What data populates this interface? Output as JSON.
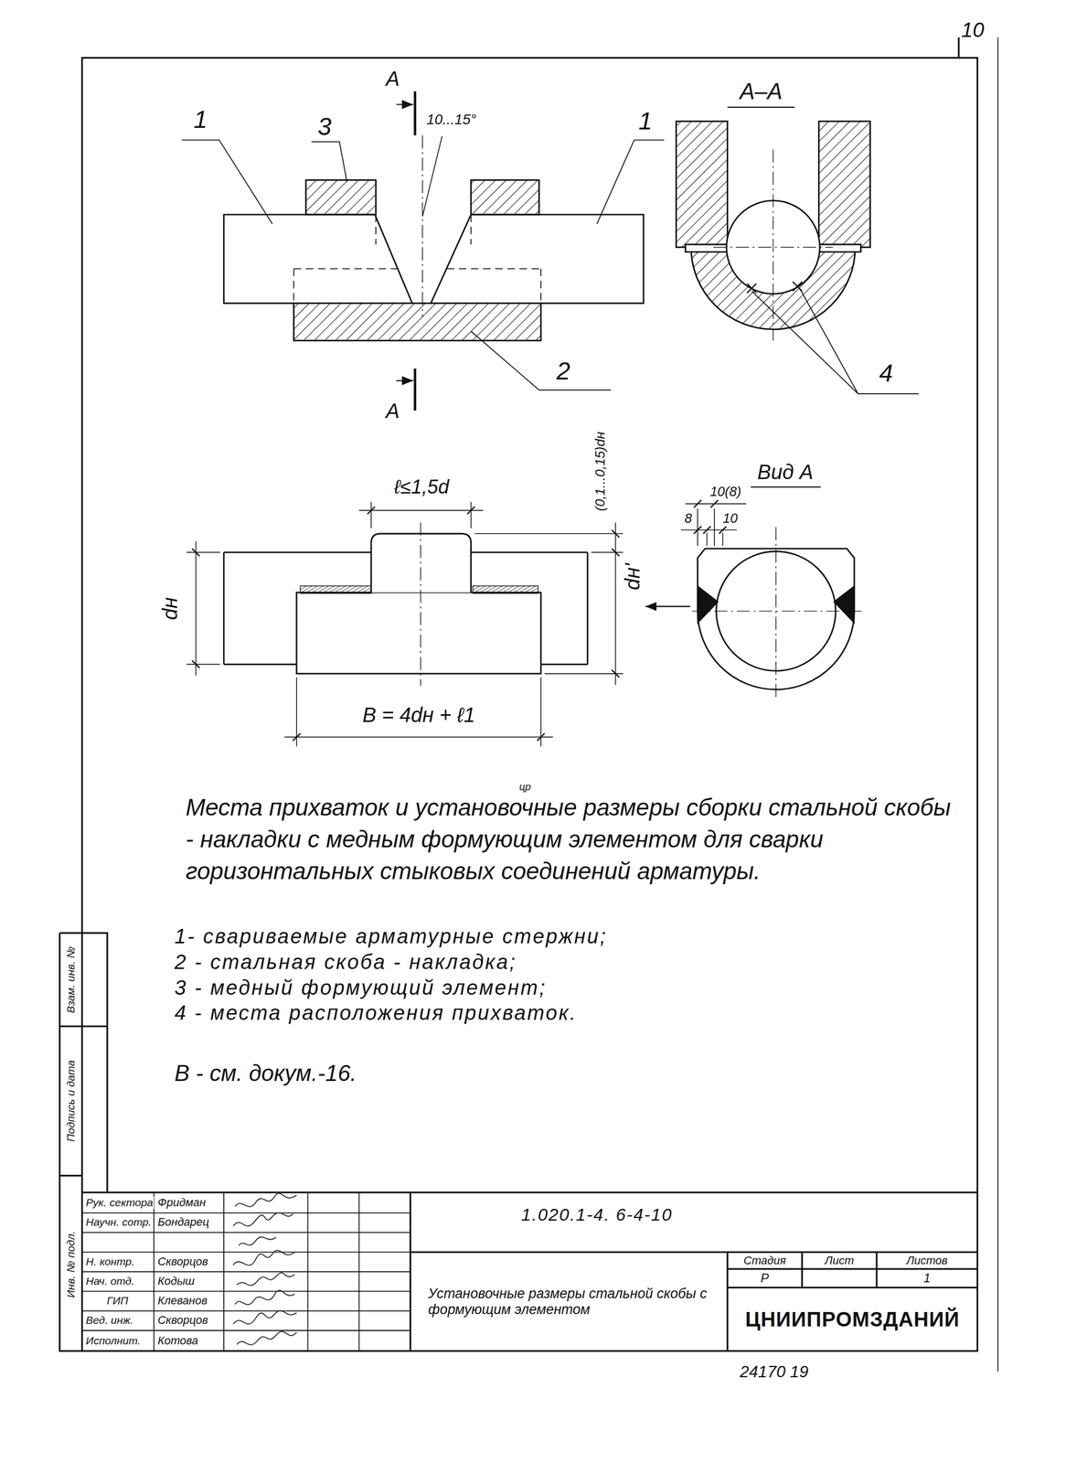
{
  "diagram": {
    "title": "Места прихваток и установочные размеры сборки стальной скобы - накладки с медным формующим элементом для сварки горизонтальных стыковых соединений арматуры.",
    "labels": [
      "10",
      "1",
      "3",
      "А",
      "10...15°",
      "1",
      "2",
      "А",
      "А–А",
      "4",
      "ℓ≤1,5d",
      "(0,1...0,15)dн",
      "dн",
      "dн'",
      "B = 4dн + ℓ1",
      "Вид А",
      "10(8)",
      "8",
      "10",
      "цр",
      "1- свариваемые арматурные стержни;",
      "2 - стальная скоба - накладка;",
      "3 - медный формующий элемент;",
      "4 - места расположения прихваток.",
      "В - см. докум.-16.",
      "Рук. сектора",
      "Фридман",
      "Научн. сотр.",
      "Бондарец",
      "Н. контр.",
      "Скворцов",
      "Нач. отд.",
      "Кодыш",
      "ГИП",
      "Клеванов",
      "Вед. инж.",
      "Скворцов",
      "Исполнит.",
      "Котова",
      "1.020.1-4. 6-4-10",
      "Установочные размеры стальной скобы с формующим элементом",
      "Стадия",
      "Лист",
      "Листов",
      "Р",
      "1",
      "ЦНИИПРОМЗДАНИЙ",
      "24170 19",
      "Взам. инв. №",
      "Подпись и дата",
      "Инв. № подл."
    ]
  }
}
